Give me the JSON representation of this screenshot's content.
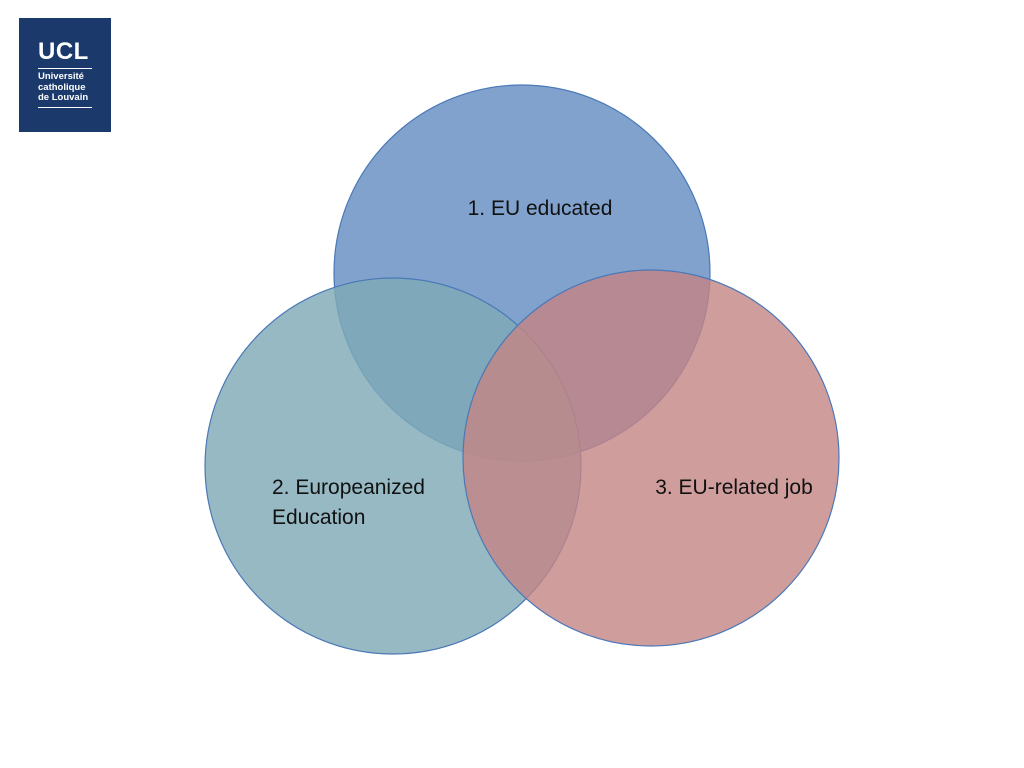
{
  "logo": {
    "mark": "UCL",
    "lines": [
      "Université",
      "catholique",
      "de Louvain"
    ]
  },
  "venn": {
    "sets": [
      {
        "label": "1. EU educated",
        "color": "#6e95c6"
      },
      {
        "label_lines": [
          "2. Europeanized",
          "Education"
        ],
        "color": "#7faab6"
      },
      {
        "label": "3. EU-related job",
        "color": "#c48585"
      }
    ],
    "outline_color": "#4a78b8"
  }
}
